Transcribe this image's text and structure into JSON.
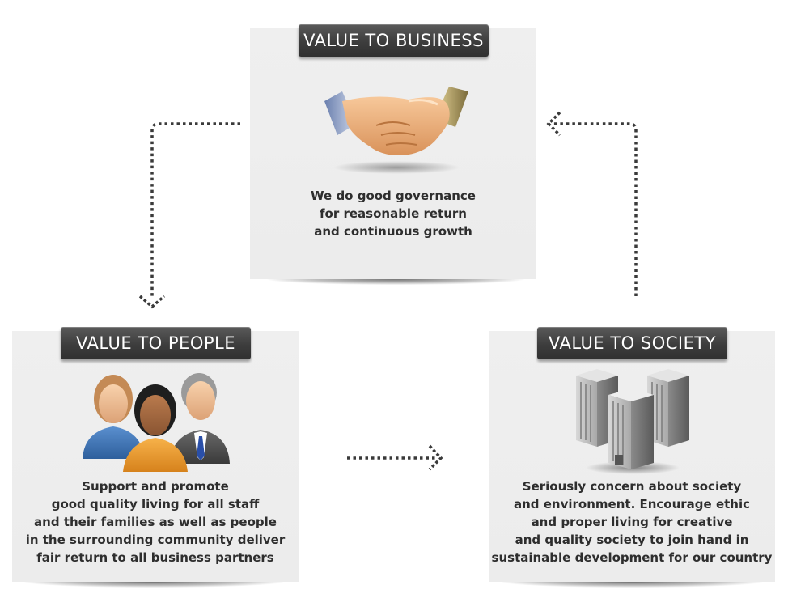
{
  "business": {
    "title": "VALUE TO BUSINESS",
    "icon": "handshake-icon",
    "lines": [
      "We do good governance",
      "for reasonable return",
      "and continuous growth"
    ]
  },
  "people": {
    "title": "VALUE TO PEOPLE",
    "icon": "people-group-icon",
    "lines": [
      "Support and promote",
      "good quality living for all staff",
      "and their families as well as people",
      "in the surrounding community deliver",
      "fair return to all business partners"
    ]
  },
  "society": {
    "title": "VALUE TO SOCIETY",
    "icon": "buildings-icon",
    "lines": [
      "Seriously concern about society",
      "and environment. Encourage ethic",
      "and proper living for creative",
      "and quality society to join hand in",
      "sustainable development for our country"
    ]
  },
  "colors": {
    "card_bg": "#ececec",
    "badge_bg": "#3d3d3d",
    "badge_text": "#ffffff",
    "body_text": "#2e2e2e",
    "arrow": "#3a3a3a"
  }
}
